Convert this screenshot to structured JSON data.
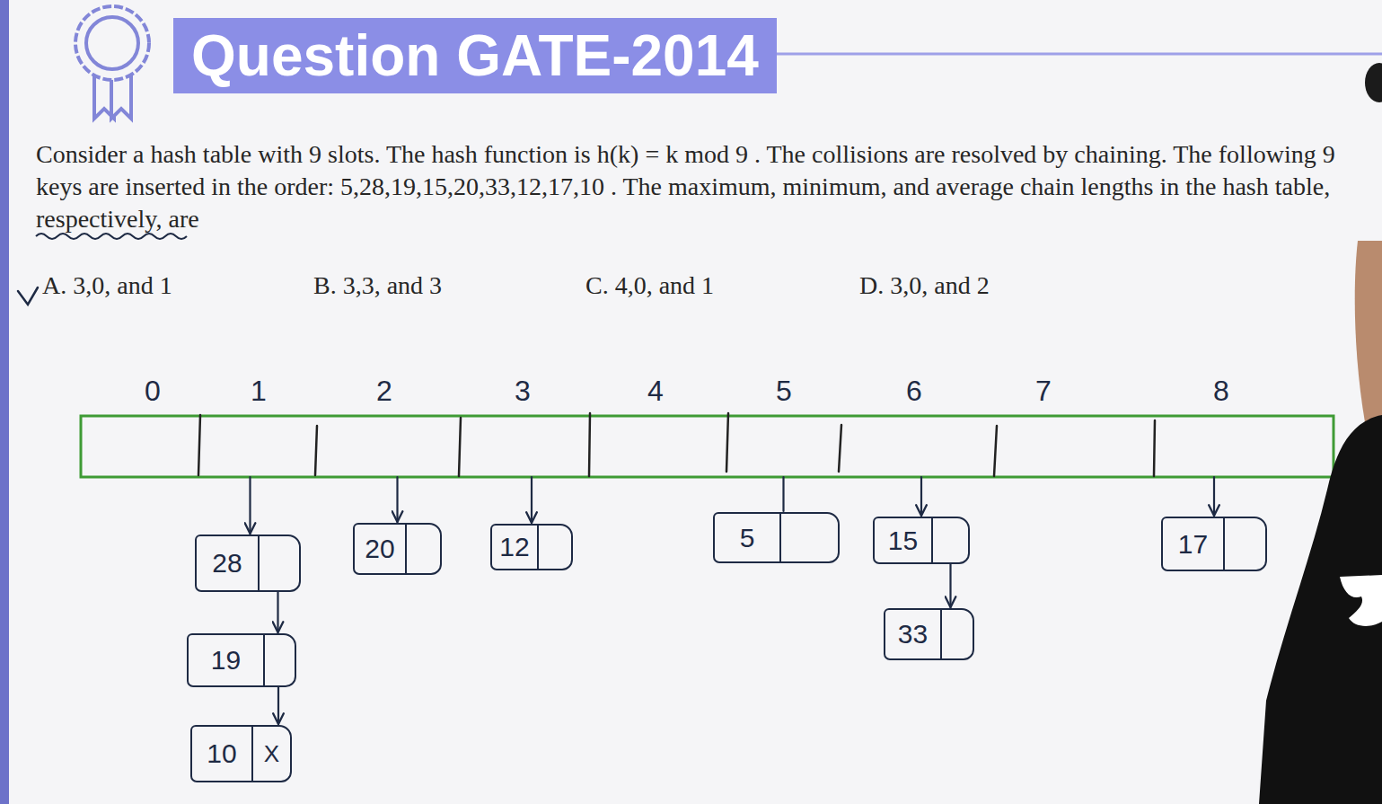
{
  "diagram": {
    "title": "Question GATE-2014",
    "nodes": [
      {
        "text": [
          "0"
        ]
      },
      {
        "text": [
          "1"
        ]
      },
      {
        "text": [
          "2"
        ]
      },
      {
        "text": [
          "3"
        ]
      },
      {
        "text": [
          "4"
        ]
      },
      {
        "text": [
          "5"
        ]
      },
      {
        "text": [
          "6"
        ]
      },
      {
        "text": [
          "7"
        ]
      },
      {
        "text": [
          "8"
        ]
      },
      {
        "text": [
          "28"
        ]
      },
      {
        "text": [
          "19"
        ]
      },
      {
        "text": [
          "10",
          "X"
        ]
      },
      {
        "text": [
          "20"
        ]
      },
      {
        "text": [
          "12"
        ]
      },
      {
        "text": [
          "5"
        ]
      },
      {
        "text": [
          "15"
        ]
      },
      {
        "text": [
          "33"
        ]
      },
      {
        "text": [
          "17"
        ]
      }
    ],
    "edges": [
      {
        "from": 1,
        "to": 9,
        "arrow": "to"
      },
      {
        "from": 9,
        "to": 10,
        "arrow": "to"
      },
      {
        "from": 10,
        "to": 11,
        "arrow": "to"
      },
      {
        "from": 2,
        "to": 12,
        "arrow": "to"
      },
      {
        "from": 3,
        "to": 13,
        "arrow": "to"
      },
      {
        "from": 5,
        "to": 14,
        "arrow": "none"
      },
      {
        "from": 6,
        "to": 15,
        "arrow": "to"
      },
      {
        "from": 15,
        "to": 16,
        "arrow": "to"
      },
      {
        "from": 8,
        "to": 17,
        "arrow": "to"
      }
    ],
    "labels": [
      "Consider a hash table with 9 slots. The hash function is h(k) = k mod 9 . The collisions are resolved by chaining. The following 9 keys are inserted in the order: 5,28,19,15,20,33,12,17,10 . The maximum, minimum, and average chain lengths in the hash table, respectively, are",
      "A. 3,0, and 1",
      "B. 3,3, and 3",
      "C. 4,0, and 1",
      "D. 3,0, and 2"
    ]
  }
}
